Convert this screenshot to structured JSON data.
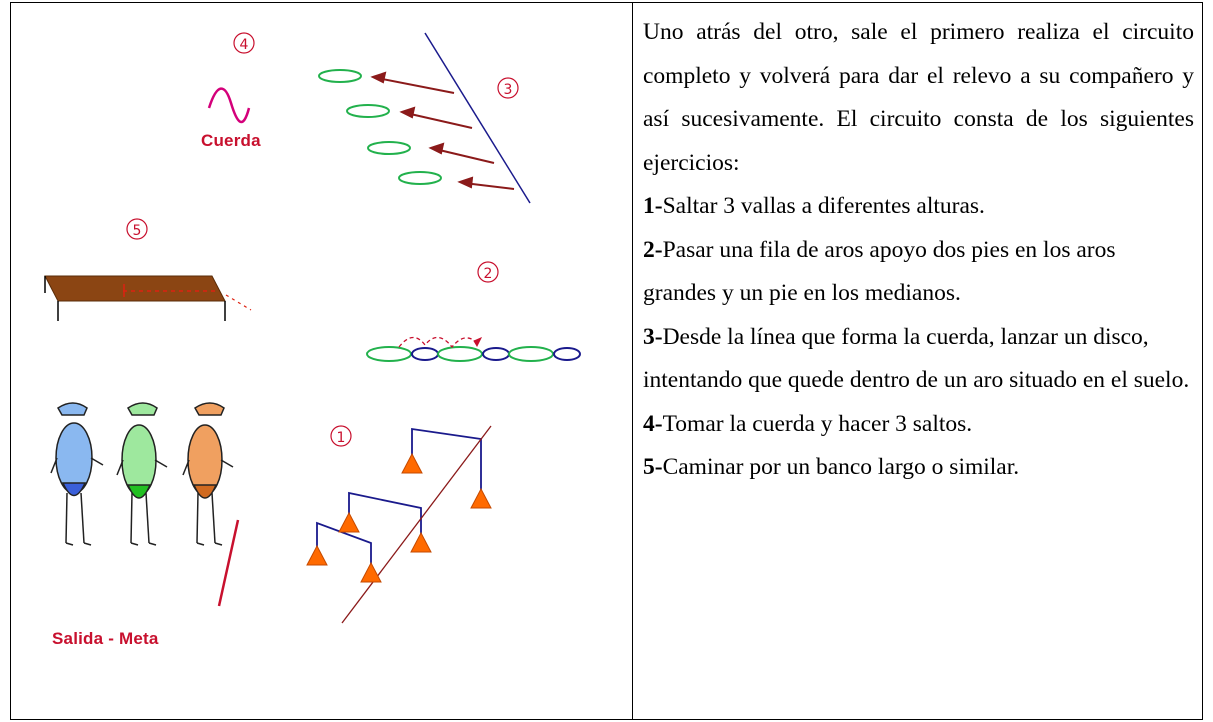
{
  "figure": {
    "labels": {
      "cuerda": "Cuerda",
      "salida_meta": "Salida - Meta"
    },
    "numbers": [
      "①",
      "②",
      "③",
      "④",
      "⑤"
    ],
    "colors": {
      "label_red": "#c8102e",
      "hoop_green": "#22b14c",
      "hoop_blue": "#1a1a8c",
      "arrow_red": "#8b1a1a",
      "bench_brown": "#8b4513",
      "cone_orange": "#ff6a00",
      "rope_magenta": "#d4007a",
      "player_blue": "#8ab8f0",
      "player_green": "#9ee89e",
      "player_orange": "#f0a060"
    }
  },
  "text": {
    "intro": "Uno atrás del otro, sale el primero realiza el circuito completo y volverá para dar el relevo a su compañero y así sucesivamente. El circuito consta de los siguientes ejercicios:",
    "steps": [
      {
        "num": "1-",
        "text": "Saltar 3 vallas a diferentes alturas."
      },
      {
        "num": "2-",
        "text": "Pasar una fila de aros apoyo dos pies en los aros grandes y un pie en los medianos."
      },
      {
        "num": "3-",
        "text": "Desde la línea que forma la cuerda, lanzar un disco, intentando que quede dentro de un aro situado en el suelo."
      },
      {
        "num": "4-",
        "text": "Tomar la cuerda y hacer 3 saltos."
      },
      {
        "num": "5-",
        "text": "Caminar por un banco largo o similar."
      }
    ]
  }
}
